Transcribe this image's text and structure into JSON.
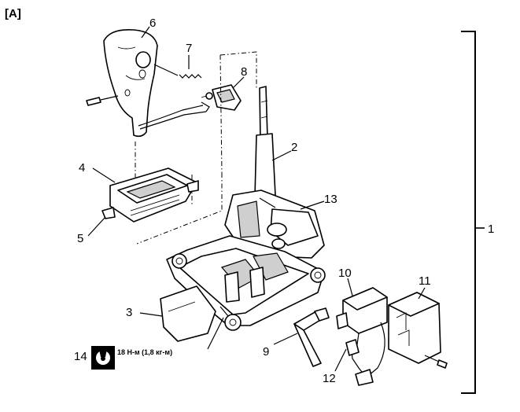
{
  "header": {
    "label": "[A]"
  },
  "callouts": {
    "c1": "1",
    "c2": "2",
    "c3": "3",
    "c4": "4",
    "c5": "5",
    "c6": "6",
    "c7": "7",
    "c8": "8",
    "c9": "9",
    "c10": "10",
    "c11": "11",
    "c12": "12",
    "c13": "13",
    "c14": "14"
  },
  "torque": {
    "text": "18 Н-м (1,8 кг-м)"
  }
}
